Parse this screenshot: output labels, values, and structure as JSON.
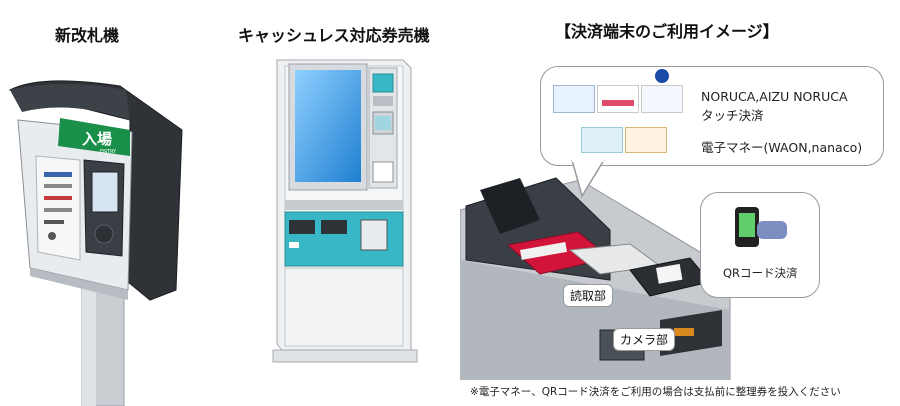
{
  "panels": {
    "gate": {
      "title": "新改札機",
      "sign_text": "入場",
      "sign_subtext": "ENTRY"
    },
    "ticket_machine": {
      "title": "キャッシュレス対応券売機"
    },
    "payment_terminal": {
      "title": "【決済端末のご利用イメージ】",
      "card_payment": {
        "line1": "NORUCA,AIZU NORUCA",
        "line2": "タッチ決済"
      },
      "emoney": "電子マネー(WAON,nanaco)",
      "qr_payment": "QRコード決済",
      "reader_label": "読取部",
      "camera_label": "カメラ部",
      "note": "※電子マネー、QRコード決済をご利用の場合は支払前に整理券を投入ください"
    }
  },
  "colors": {
    "gate_sign_green": "#1a8f4a",
    "machine_teal": "#38b7c6",
    "terminal_red": "#d2143a"
  }
}
